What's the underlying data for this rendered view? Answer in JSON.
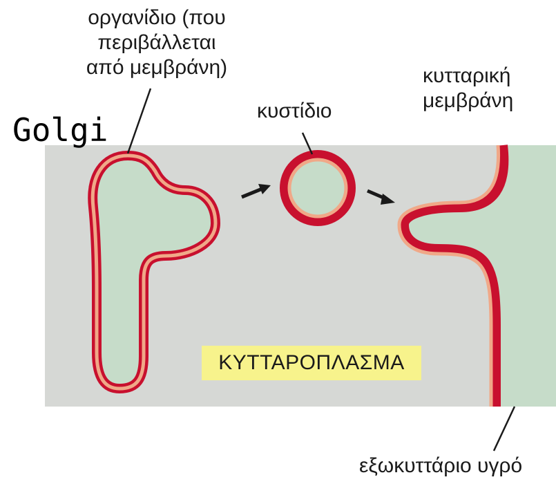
{
  "labels": {
    "organelle": [
      "οργανίδιο (που",
      "περιβάλλεται",
      "από μεμβράνη)"
    ],
    "golgi": "Golgi",
    "vesicle": "κυστίδιο",
    "cell_membrane": [
      "κυτταρική",
      "μεμβράνη"
    ],
    "cytoplasm": "ΚΥΤΤΑΡΟΠΛΑΣΜΑ",
    "extracellular_fluid": "εξωκυττάριο υγρό"
  },
  "colors": {
    "cytoplasm": "#d6d8d5",
    "lumen": "#c6dcc9",
    "membrane_outer": "#c8102e",
    "membrane_inner": "#f0a888",
    "label_box": "#f7f38c",
    "text": "#1a1a1a"
  },
  "icons": {
    "arrow_1": "right-arrow-icon",
    "arrow_2": "right-arrow-icon"
  }
}
